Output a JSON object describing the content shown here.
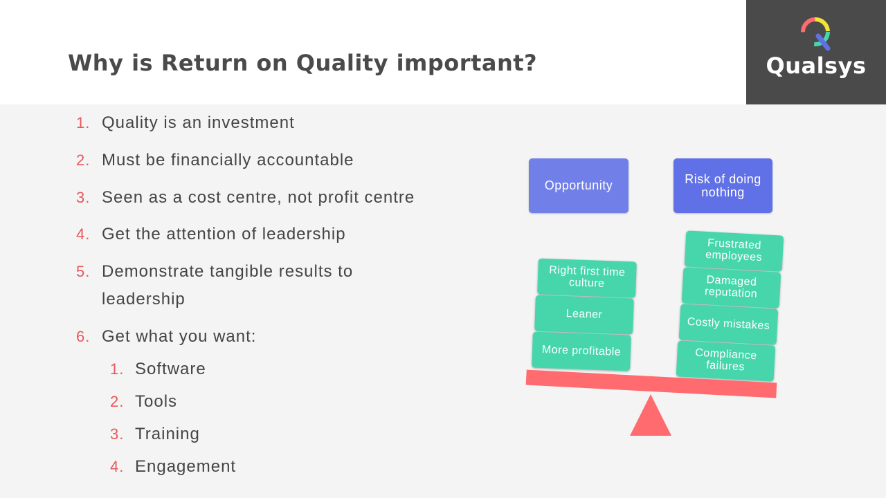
{
  "header": {
    "title": "Why is Return on Quality important?"
  },
  "logo": {
    "text": "Qualsys"
  },
  "list": [
    {
      "num": "1.",
      "text": "Quality is an investment"
    },
    {
      "num": "2.",
      "text": "Must be financially accountable"
    },
    {
      "num": "3.",
      "text": "Seen as a cost centre, not profit centre"
    },
    {
      "num": "4.",
      "text": "Get the attention of leadership"
    },
    {
      "num": "5.",
      "text": "Demonstrate tangible results to",
      "cont": "leadership"
    },
    {
      "num": "6.",
      "text": "Get what you want:"
    }
  ],
  "sublist": [
    {
      "num": "1.",
      "text": "Software"
    },
    {
      "num": "2.",
      "text": "Tools"
    },
    {
      "num": "3.",
      "text": "Training"
    },
    {
      "num": "4.",
      "text": "Engagement"
    }
  ],
  "diagram": {
    "left_title": "Opportunity",
    "right_title": "Risk of doing nothing",
    "left_items": [
      "Right first time culture",
      "Leaner",
      "More profitable"
    ],
    "right_items": [
      "Frustrated employees",
      "Damaged reputation",
      "Costly mistakes",
      "Compliance failures"
    ]
  },
  "colors": {
    "accent_red": "#ff6b6f",
    "number_red": "#e8575a",
    "tile_green": "#47d6ab",
    "opportunity_blue": "#717fe8",
    "risk_blue": "#6070e6",
    "header_grey": "#4a4a4a"
  }
}
